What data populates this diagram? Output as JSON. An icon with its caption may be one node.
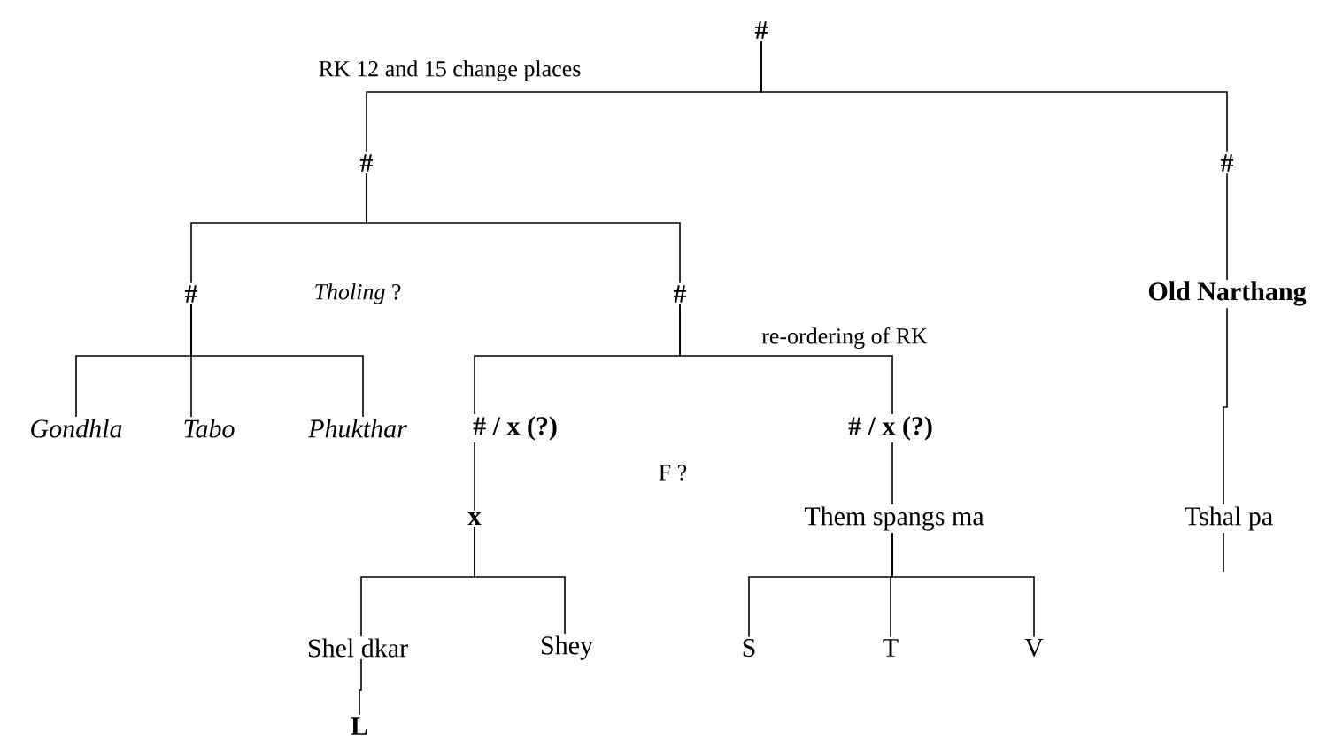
{
  "diagram": {
    "nodes": [
      {
        "text": [
          "#"
        ]
      },
      {
        "text": [
          "#"
        ]
      },
      {
        "text": [
          "#"
        ]
      },
      {
        "text": [
          "#"
        ]
      },
      {
        "text": [
          "#"
        ]
      },
      {
        "text": [
          "Old Narthang"
        ]
      },
      {
        "text": [
          "Gondhla"
        ]
      },
      {
        "text": [
          "Tabo"
        ]
      },
      {
        "text": [
          "Phukthar"
        ]
      },
      {
        "text": [
          "# / x (?)"
        ]
      },
      {
        "text": [
          "# / x (?)"
        ]
      },
      {
        "text": [
          "x"
        ]
      },
      {
        "text": [
          "Them spangs ma"
        ]
      },
      {
        "text": [
          "Tshal pa"
        ]
      },
      {
        "text": [
          "Shel dkar"
        ]
      },
      {
        "text": [
          "Shey"
        ]
      },
      {
        "text": [
          "S"
        ]
      },
      {
        "text": [
          "T"
        ]
      },
      {
        "text": [
          "V"
        ]
      },
      {
        "text": [
          "L"
        ]
      }
    ],
    "edges": [
      {
        "from": 0,
        "to": 1,
        "arrow": "none"
      },
      {
        "from": 0,
        "to": 2,
        "arrow": "none"
      },
      {
        "from": 1,
        "to": 3,
        "arrow": "none"
      },
      {
        "from": 1,
        "to": 4,
        "arrow": "none"
      },
      {
        "from": 2,
        "to": 5,
        "arrow": "none"
      },
      {
        "from": 3,
        "to": 6,
        "arrow": "none"
      },
      {
        "from": 3,
        "to": 7,
        "arrow": "none"
      },
      {
        "from": 3,
        "to": 8,
        "arrow": "none"
      },
      {
        "from": 4,
        "to": 9,
        "arrow": "none"
      },
      {
        "from": 4,
        "to": 10,
        "arrow": "none"
      },
      {
        "from": 5,
        "to": 13,
        "arrow": "none"
      },
      {
        "from": 9,
        "to": 11,
        "arrow": "none"
      },
      {
        "from": 10,
        "to": 12,
        "arrow": "none"
      },
      {
        "from": 11,
        "to": 14,
        "arrow": "none"
      },
      {
        "from": 11,
        "to": 15,
        "arrow": "none"
      },
      {
        "from": 12,
        "to": 16,
        "arrow": "none"
      },
      {
        "from": 12,
        "to": 17,
        "arrow": "none"
      },
      {
        "from": 12,
        "to": 18,
        "arrow": "none"
      },
      {
        "from": 14,
        "to": 19,
        "arrow": "none"
      },
      {
        "from": 13,
        "to": null,
        "arrow": "none"
      }
    ],
    "labels": [
      "RK 12 and 15 change places",
      "*Tholing* ?",
      "re-ordering of RK",
      "F ?"
    ]
  }
}
